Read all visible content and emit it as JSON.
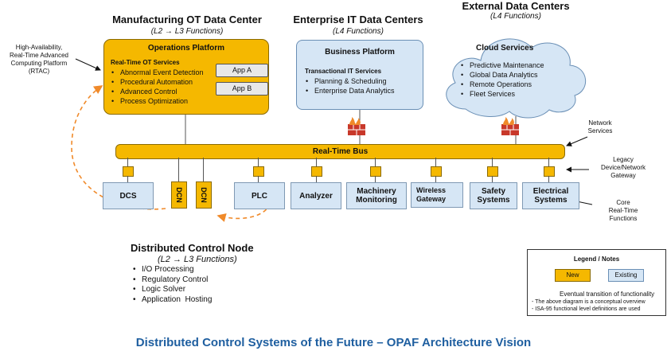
{
  "headers": {
    "manufacturing": {
      "title": "Manufacturing OT Data Center",
      "subtitle": "(L2 → L3 Functions)"
    },
    "enterprise": {
      "title": "Enterprise IT Data Centers",
      "subtitle": "(L4 Functions)"
    },
    "external": {
      "title": "External Data Centers",
      "subtitle": "(L4 Functions)"
    }
  },
  "rtac_label": "High-Availability,\nReal-Time Advanced\nComputing Platform\n(RTAC)",
  "operations_platform": {
    "title": "Operations Platform",
    "section": "Real-Time OT Services",
    "items": [
      "Abnormal Event Detection",
      "Procedural Automation",
      "Advanced Control",
      "Process Optimization"
    ],
    "apps": [
      "App A",
      "App B"
    ]
  },
  "business_platform": {
    "title": "Business Platform",
    "section": "Transactional IT Services",
    "items": [
      "Planning & Scheduling",
      "Enterprise Data Analytics"
    ]
  },
  "cloud": {
    "title": "Cloud Services",
    "items": [
      "Predictive Maintenance",
      "Global Data Analytics",
      "Remote Operations",
      "Fleet Services"
    ]
  },
  "bus_label": "Real-Time Bus",
  "devices": {
    "dcs": "DCS",
    "dcn1": "DCN",
    "dcn2": "DCN",
    "plc": "PLC",
    "analyzer": "Analyzer",
    "machinery": "Machinery\nMonitoring",
    "wireless": "Wireless\nGateway",
    "safety": "Safety\nSystems",
    "electrical": "Electrical\nSystems"
  },
  "side_labels": {
    "network": "Network\nServices",
    "legacy": "Legacy\nDevice/Network\nGateway",
    "core": "Core\nReal-Time\nFunctions"
  },
  "dcn_block": {
    "title": "Distributed Control Node",
    "subtitle": "(L2 → L3 Functions)",
    "items": [
      "I/O Processing",
      "Regulatory Control",
      "Logic Solver",
      "Application  Hosting"
    ]
  },
  "legend": {
    "title": "Legend / Notes",
    "new_label": "New",
    "existing_label": "Existing",
    "arrow_note": "Eventual transition of functionality",
    "notes": [
      "- The above diagram is a conceptual overview",
      "- ISA-95 functional level definitions are used"
    ]
  },
  "caption": "Distributed Control Systems of the Future – OPAF Architecture Vision",
  "colors": {
    "new": "#f5b800",
    "existing": "#d6e6f5",
    "arrow": "#f08a2a",
    "caption": "#1f5fa0",
    "firewall": "#c8382a"
  },
  "icons": [
    "firewall-icon",
    "wifi-icon",
    "cloud-shape",
    "arrow-icon"
  ]
}
